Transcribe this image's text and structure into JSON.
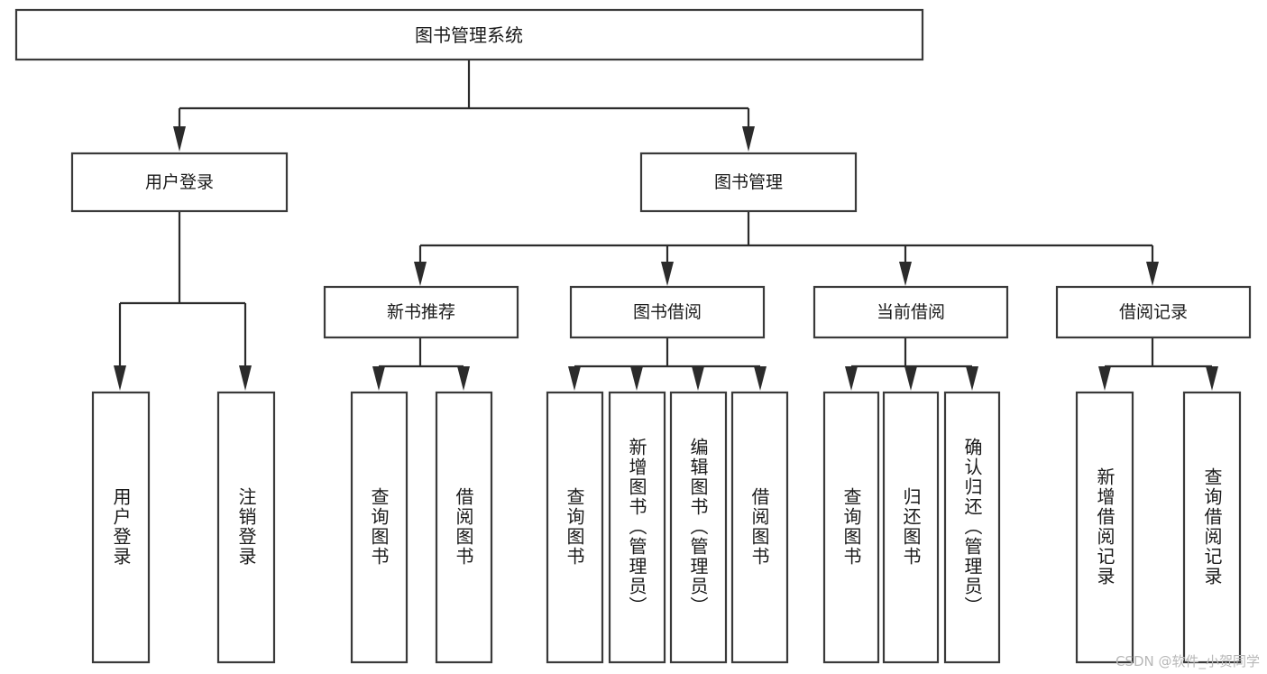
{
  "diagram": {
    "type": "tree-hierarchy",
    "title": "图书管理系统",
    "orientation": "top-down",
    "colors": {
      "box_fill": "#ffffff",
      "box_stroke": "#3a3a3a",
      "connector": "#2b2b2b",
      "text": "#1a1a1a",
      "background": "#ffffff",
      "watermark": "#b8b8b8"
    },
    "root": {
      "id": "root",
      "label": "图书管理系统"
    },
    "level2": [
      {
        "id": "user-login",
        "label": "用户登录"
      },
      {
        "id": "book-manage",
        "label": "图书管理"
      }
    ],
    "level3": [
      {
        "id": "new-book-recommend",
        "label": "新书推荐",
        "parent": "book-manage"
      },
      {
        "id": "book-borrow",
        "label": "图书借阅",
        "parent": "book-manage"
      },
      {
        "id": "current-borrow",
        "label": "当前借阅",
        "parent": "book-manage"
      },
      {
        "id": "borrow-record",
        "label": "借阅记录",
        "parent": "book-manage"
      }
    ],
    "leaves": [
      {
        "id": "leaf-user-login",
        "label": "用户登录",
        "parent": "user-login"
      },
      {
        "id": "leaf-user-logout",
        "label": "注销登录",
        "parent": "user-login"
      },
      {
        "id": "leaf-query-book-1",
        "label": "查询图书",
        "parent": "new-book-recommend"
      },
      {
        "id": "leaf-borrow-book-1",
        "label": "借阅图书",
        "parent": "new-book-recommend"
      },
      {
        "id": "leaf-query-book-2",
        "label": "查询图书",
        "parent": "book-borrow"
      },
      {
        "id": "leaf-add-book",
        "label": "新增图书（管理员）",
        "parent": "book-borrow"
      },
      {
        "id": "leaf-edit-book",
        "label": "编辑图书（管理员）",
        "parent": "book-borrow"
      },
      {
        "id": "leaf-borrow-book-2",
        "label": "借阅图书",
        "parent": "book-borrow"
      },
      {
        "id": "leaf-query-book-3",
        "label": "查询图书",
        "parent": "current-borrow"
      },
      {
        "id": "leaf-return-book",
        "label": "归还图书",
        "parent": "current-borrow"
      },
      {
        "id": "leaf-confirm-return",
        "label": "确认归还（管理员）",
        "parent": "current-borrow"
      },
      {
        "id": "leaf-add-record",
        "label": "新增借阅记录",
        "parent": "borrow-record"
      },
      {
        "id": "leaf-query-record",
        "label": "查询借阅记录",
        "parent": "borrow-record"
      }
    ]
  },
  "watermark": {
    "text": "CSDN @软件_小贺同学"
  }
}
